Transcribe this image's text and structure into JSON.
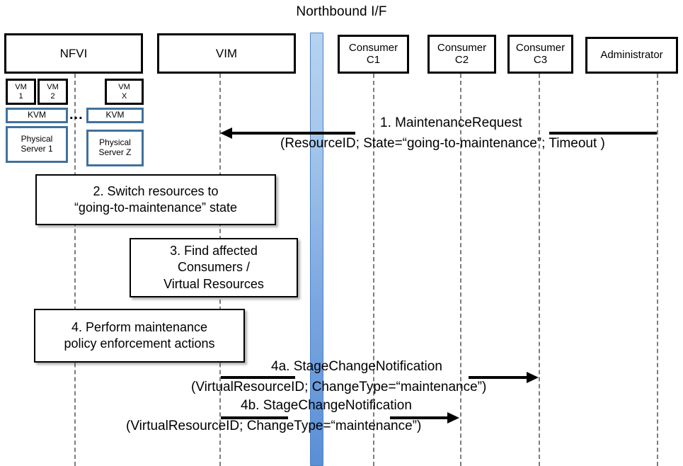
{
  "diagram": {
    "title": "Northbound I/F",
    "type": "sequence-diagram"
  },
  "participants": [
    {
      "id": "nfvi",
      "label": "NFVI"
    },
    {
      "id": "vim",
      "label": "VIM"
    },
    {
      "id": "c1",
      "label": "Consumer\nC1",
      "line1": "Consumer",
      "line2": "C1"
    },
    {
      "id": "c2",
      "label": "Consumer\nC2",
      "line1": "Consumer",
      "line2": "C2"
    },
    {
      "id": "c3",
      "label": "Consumer\nC3",
      "line1": "Consumer",
      "line2": "C3"
    },
    {
      "id": "admin",
      "label": "Administrator"
    }
  ],
  "nfvi_stack": {
    "vms": [
      {
        "line1": "VM",
        "line2": "1"
      },
      {
        "line1": "VM",
        "line2": "2"
      },
      {
        "line1": "VM",
        "line2": "X"
      }
    ],
    "hypervisors": [
      {
        "label": "KVM"
      },
      {
        "label": "KVM"
      }
    ],
    "servers": [
      {
        "line1": "Physical",
        "line2": "Server 1"
      },
      {
        "line1": "Physical",
        "line2": "Server Z"
      }
    ],
    "ellipsis": "..."
  },
  "steps": [
    {
      "id": "step2",
      "line1": "2. Switch resources to",
      "line2": "“going-to-maintenance” state"
    },
    {
      "id": "step3",
      "line1": "3. Find affected",
      "line2": "Consumers /",
      "line3": "Virtual Resources"
    },
    {
      "id": "step4",
      "line1": "4. Perform maintenance",
      "line2": "policy enforcement actions"
    }
  ],
  "messages": [
    {
      "id": "msg1",
      "number": "1.",
      "name": "MaintenanceRequest",
      "label_line1": "1.    MaintenanceRequest",
      "label_line2": "(ResourceID; State=“going-to-maintenance”; Timeout )",
      "from": "admin",
      "to": "vim",
      "direction": "left"
    },
    {
      "id": "msg4a",
      "number": "4a.",
      "name": "StageChangeNotification",
      "label_line1": "4a. StageChangeNotification",
      "label_line2": "(VirtualResourceID; ChangeType=“maintenance”)",
      "from": "vim",
      "to": "c3",
      "direction": "right"
    },
    {
      "id": "msg4b",
      "number": "4b.",
      "name": "StageChangeNotification",
      "label_line1": "4b. StageChangeNotification",
      "label_line2": "(VirtualResourceID; ChangeType=“maintenance”)",
      "from": "vim",
      "to": "c2",
      "direction": "right"
    }
  ],
  "colors": {
    "nbi_bar_top": "#b6d2f0",
    "nbi_bar_bottom": "#5a8fd6",
    "nbi_bar_border": "#4f83c4",
    "blue_box_border": "#41719c",
    "box_border": "#000000",
    "lifeline": "#7d7d7d",
    "background": "#ffffff"
  }
}
